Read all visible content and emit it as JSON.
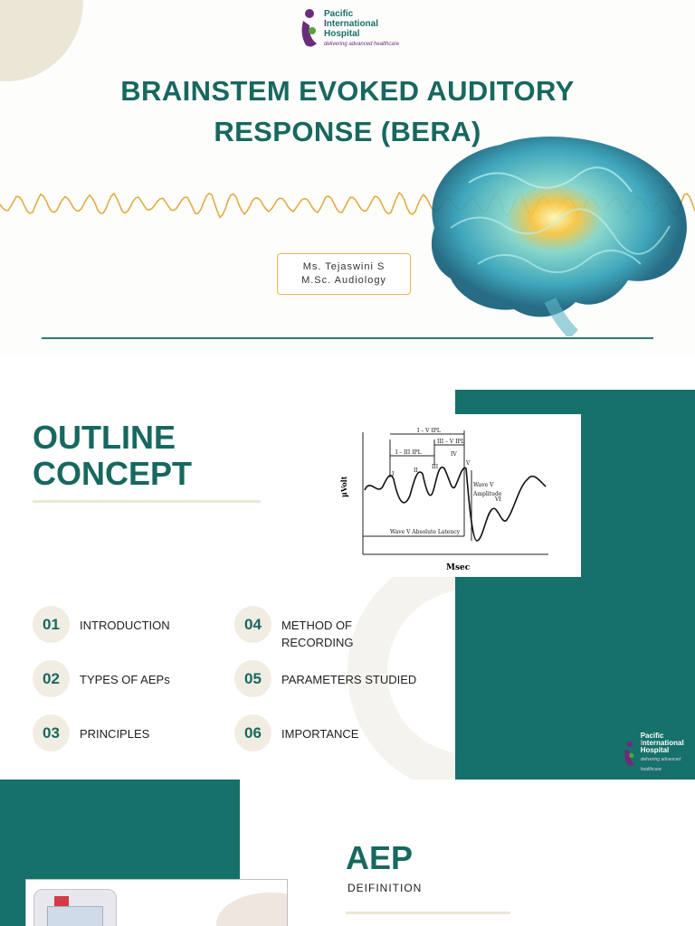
{
  "brand": {
    "line1": "Pacific",
    "line2_initial": "I",
    "line2_rest": "nternational",
    "line3": "Hospital",
    "tagline": "delivering advanced healthcare"
  },
  "cover": {
    "title_line1": "BRAINSTEM EVOKED AUDITORY",
    "title_line2": "RESPONSE (BERA)",
    "presenter_name": "Ms. Tejaswini S",
    "presenter_degree": "M.Sc. Audiology"
  },
  "outline": {
    "title_line1": "OUTLINE",
    "title_line2": "CONCEPT",
    "items": [
      {
        "num": "01",
        "label": "INTRODUCTION"
      },
      {
        "num": "02",
        "label": "TYPES OF AEPs"
      },
      {
        "num": "03",
        "label": "PRINCIPLES"
      },
      {
        "num": "04",
        "label": "METHOD OF RECORDING"
      },
      {
        "num": "05",
        "label": "PARAMETERS STUDIED"
      },
      {
        "num": "06",
        "label": "IMPORTANCE"
      }
    ]
  },
  "figure": {
    "ylabel": "µVolt",
    "xlabel": "Msec",
    "peaks": [
      "I",
      "II",
      "III",
      "IV",
      "V",
      "VI"
    ],
    "intervals": [
      "I – V IPL",
      "III – V IPL",
      "I – III IPL"
    ],
    "amplitude_label_1": "Wave V",
    "amplitude_label_2": "Amplitude",
    "latency_label": "Wave V Absolute Latency"
  },
  "aep": {
    "title": "AEP",
    "subtitle": "DEIFINITION"
  },
  "colors": {
    "teal": "#17685f",
    "panel_teal": "#16716a",
    "cream": "#ece6d6",
    "gold": "#e3b84d",
    "purple": "#6b2d7a"
  }
}
